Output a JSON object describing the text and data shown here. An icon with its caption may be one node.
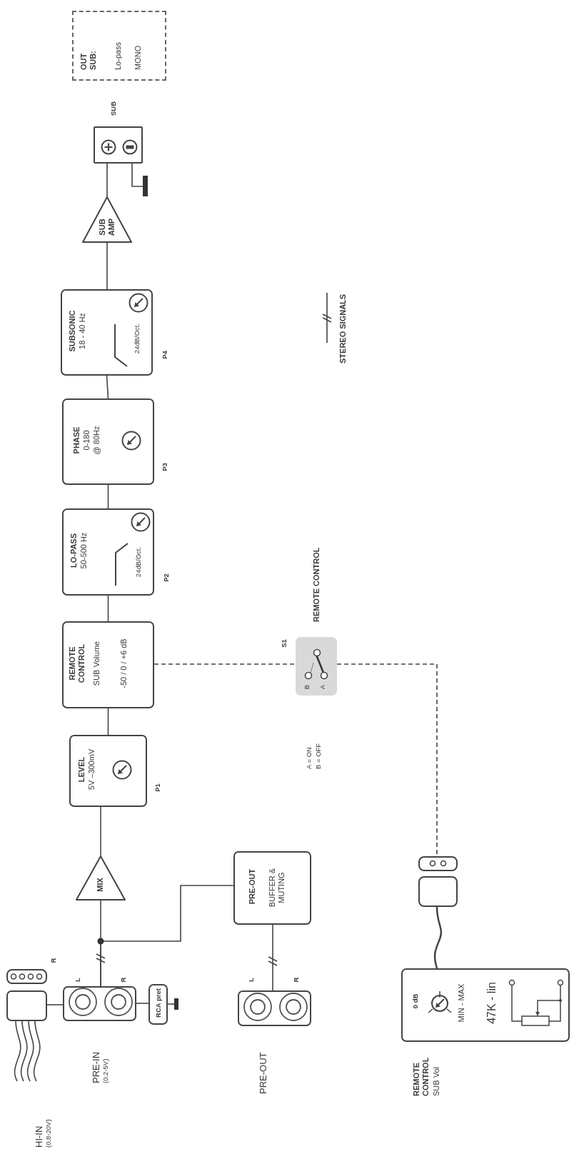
{
  "diagram": {
    "nodes": [
      {
        "text": [],
        "shape": "box",
        "beside": [
          "HI-IN",
          "(0.8-20V)"
        ]
      },
      {
        "text": [],
        "shape": "box",
        "beside": [
          "PRE-IN",
          "(0.2-5V)"
        ]
      },
      {
        "text": [
          "RCA pret"
        ]
      },
      {
        "text": [
          "MIX"
        ]
      },
      {
        "text": [
          "PRE-OUT",
          "BUFFER & MUTING"
        ]
      },
      {
        "text": [],
        "shape": "box",
        "beside": [
          "PRE-OUT"
        ]
      },
      {
        "text": [
          "LEVEL",
          "5V –300mV"
        ],
        "beside": [
          "P1"
        ]
      },
      {
        "text": [
          "REMOTE CONTROL",
          "SUB Volume",
          "-50 / 0 / +6 dB"
        ]
      },
      {
        "text": [
          "LO-PASS",
          "50-500 Hz",
          "24dB/Oct."
        ],
        "beside": [
          "P2"
        ]
      },
      {
        "text": [
          "PHASE",
          "0-180",
          "@ 80Hz"
        ],
        "beside": [
          "P3"
        ]
      },
      {
        "text": [
          "SUBSONIC",
          "18 - 40 Hz",
          "24dB/Oct."
        ],
        "beside": [
          "P4"
        ]
      },
      {
        "text": [
          "SUB AMP"
        ]
      },
      {
        "text": [],
        "shape": "box",
        "beside": [
          "SUB"
        ]
      },
      {
        "text": [
          "OUT SUB:",
          "Lo-pass",
          "MONO"
        ]
      },
      {
        "text": [
          "B",
          "A"
        ],
        "beside": [
          "S1"
        ]
      },
      {
        "text": [],
        "shape": "box"
      },
      {
        "text": [
          "0 dB",
          "MIN - MAX",
          "47K - lin"
        ],
        "beside": [
          "REMOTE CONTROL",
          "SUB Vol"
        ]
      }
    ],
    "edges": [
      {
        "from": 0,
        "to": 1,
        "arrow": "none"
      },
      {
        "from": 1,
        "to": 2,
        "arrow": "none"
      },
      {
        "from": 1,
        "to": 3,
        "arrow": "none"
      },
      {
        "from": 1,
        "to": 4,
        "arrow": "none"
      },
      {
        "from": 4,
        "to": 5,
        "arrow": "none"
      },
      {
        "from": 3,
        "to": 6,
        "arrow": "none"
      },
      {
        "from": 6,
        "to": 7,
        "arrow": "none"
      },
      {
        "from": 7,
        "to": 8,
        "arrow": "none"
      },
      {
        "from": 8,
        "to": 9,
        "arrow": "none"
      },
      {
        "from": 9,
        "to": 10,
        "arrow": "none"
      },
      {
        "from": 10,
        "to": 11,
        "arrow": "none"
      },
      {
        "from": 11,
        "to": 12,
        "arrow": "none"
      },
      {
        "from": 7,
        "to": 14,
        "arrow": "none",
        "style": "dashed"
      },
      {
        "from": 14,
        "to": 15,
        "arrow": "none",
        "style": "dashed"
      },
      {
        "from": 15,
        "to": 16,
        "arrow": "none"
      }
    ],
    "labels": [
      "R",
      "L",
      "R",
      "L",
      "R",
      "REMOTE CONTROL",
      "A = ON",
      "B = OFF"
    ],
    "legend": [
      {
        "text": "STEREO SIGNALS"
      }
    ]
  }
}
